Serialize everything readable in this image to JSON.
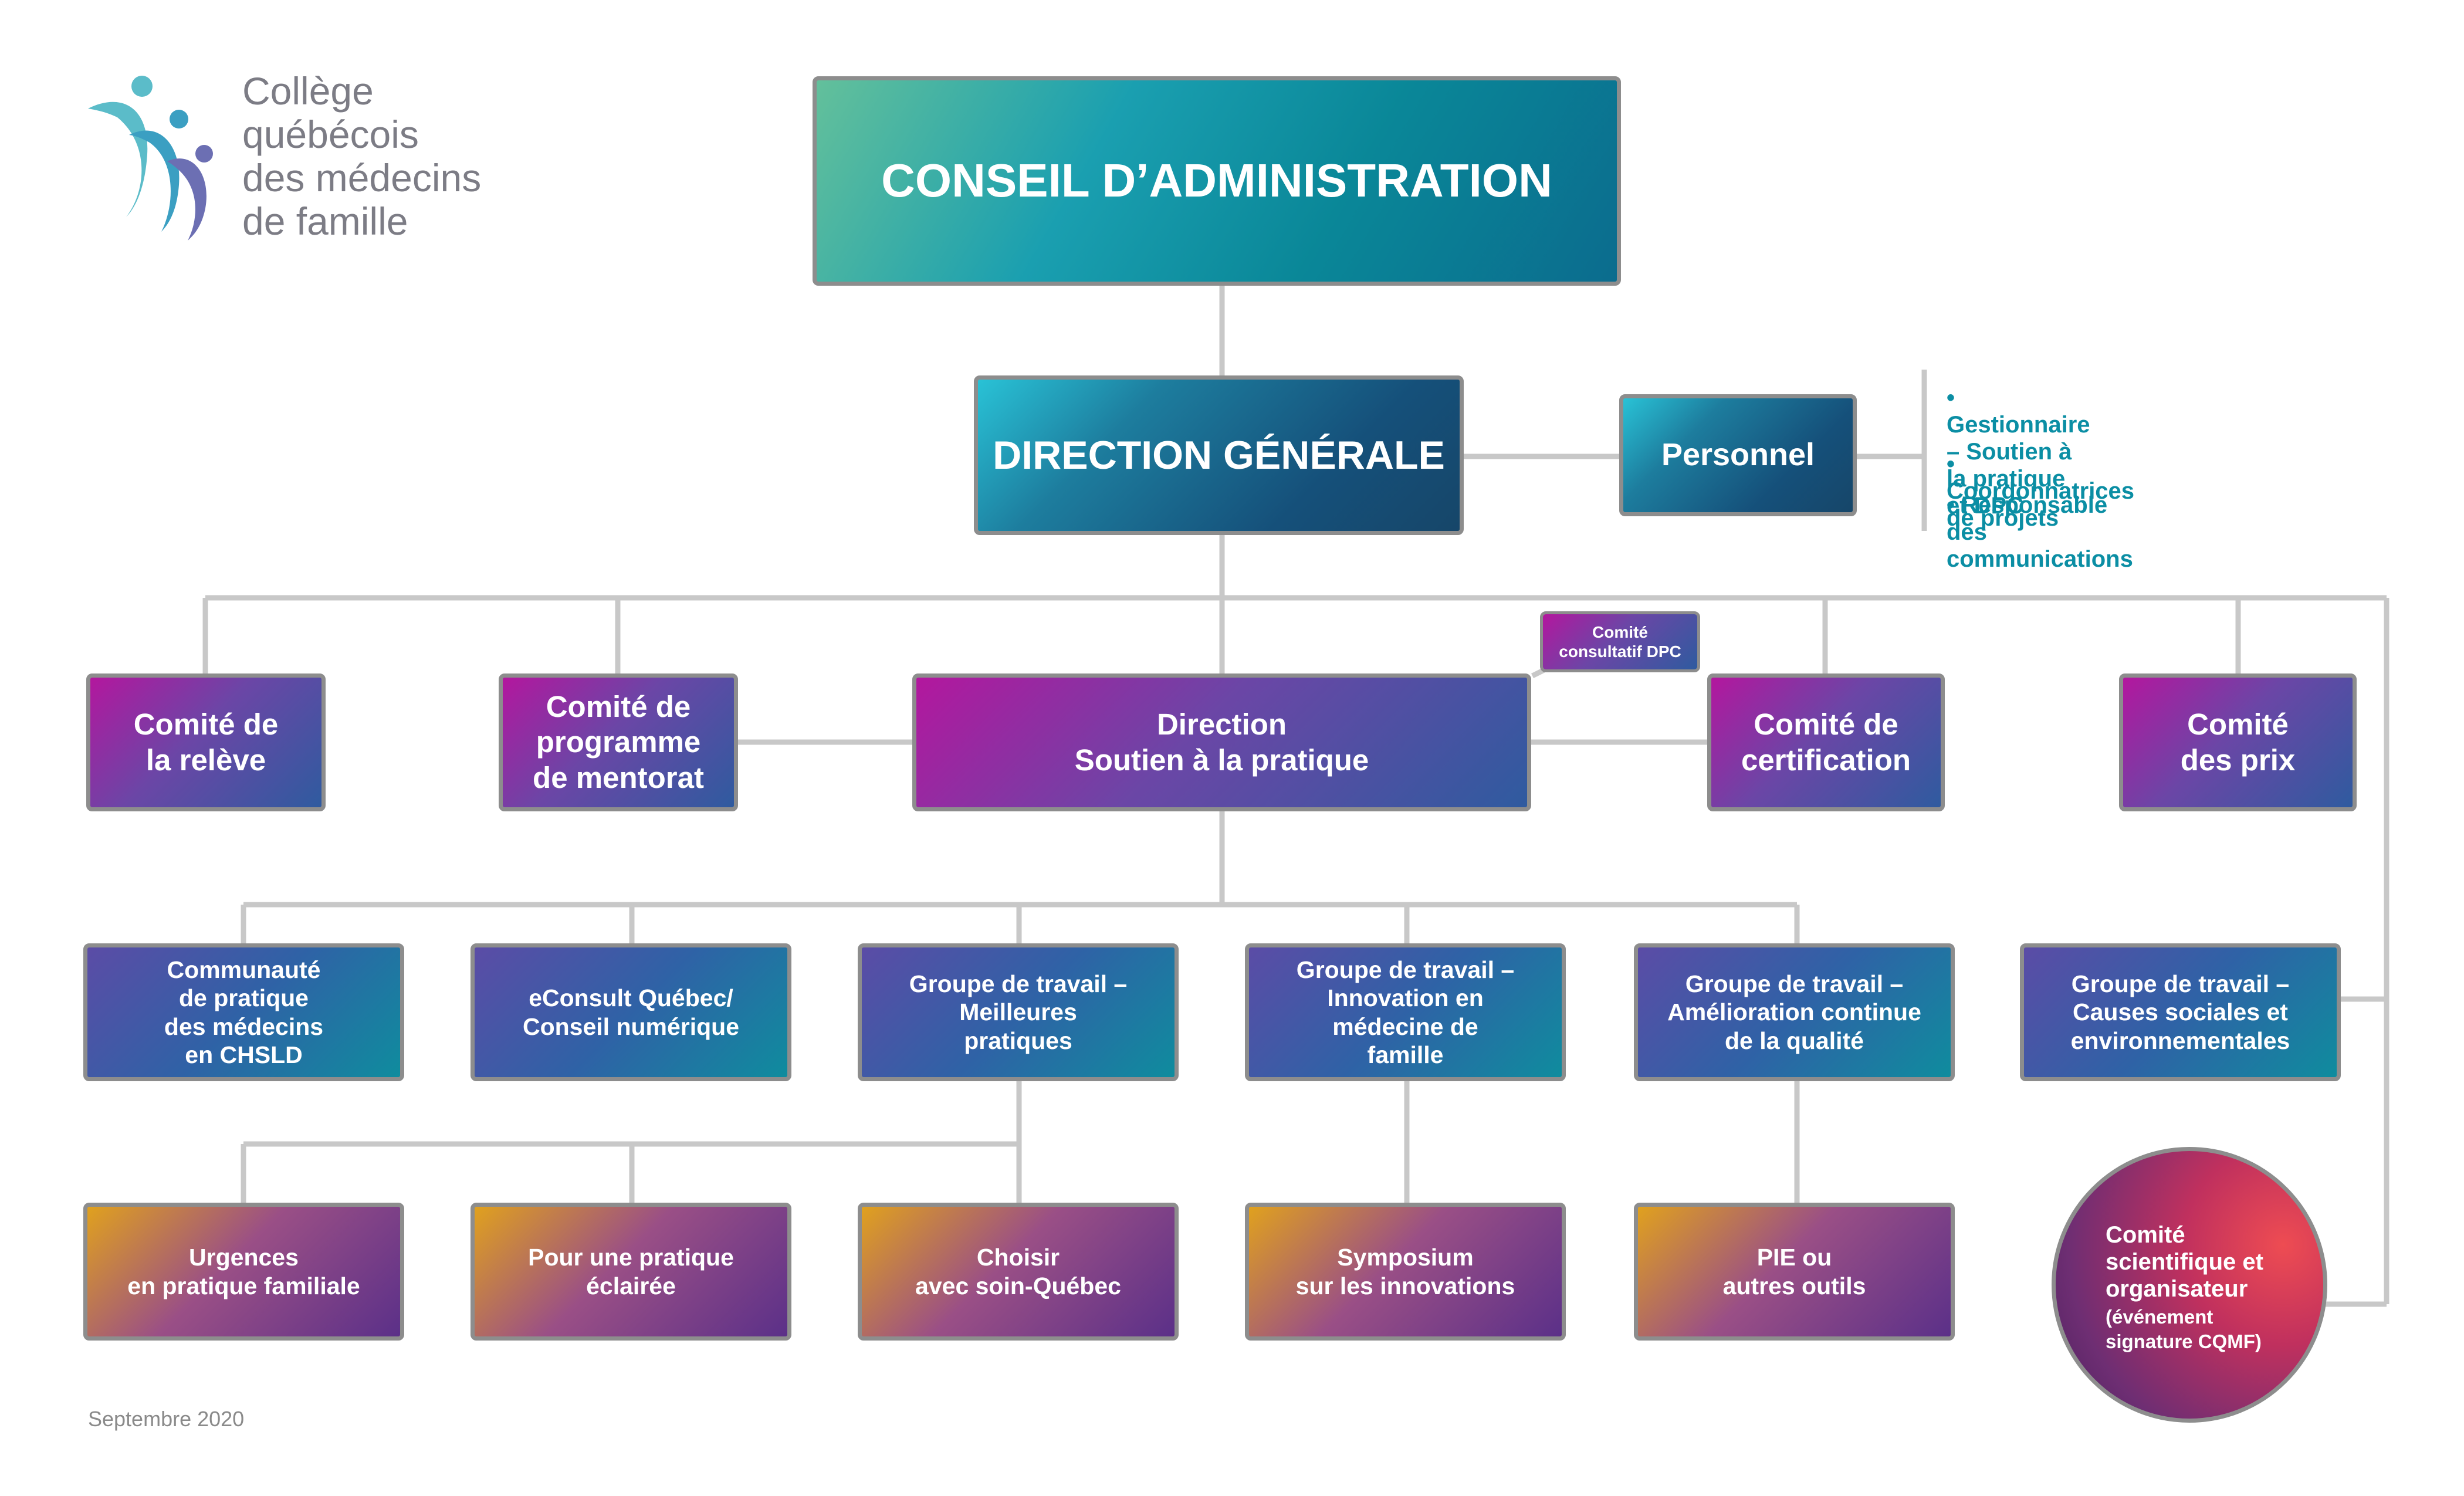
{
  "logo": {
    "text": "Collège\nquébécois\ndes médecins\nde famille",
    "icon": "logo-figures-icon"
  },
  "board": "CONSEIL D’ADMINISTRATION",
  "direction_generale": "DIRECTION GÉNÉRALE",
  "personnel": {
    "label": "Personnel",
    "items": [
      "• Gestionnaire – Soutien à la pratique\n   et DPC",
      "• Coordonnatrices de projets",
      "• Responsable des communications"
    ]
  },
  "committees": {
    "releve": "Comité de\nla relève",
    "mentorat": "Comité de\nprogramme\nde mentorat",
    "direction_soutien": "Direction\nSoutien à la pratique",
    "consultatif_dpc": "Comité\nconsultatif  DPC",
    "certification": "Comité de\ncertification",
    "prix": "Comité\ndes prix"
  },
  "work_groups": [
    "Communauté\nde pratique\ndes médecins\nen CHSLD",
    "eConsult Québec/\nConseil numérique",
    "Groupe de travail –\nMeilleures\npratiques",
    "Groupe de travail –\nInnovation en\nmédecine de\nfamille",
    "Groupe de travail –\nAmélioration continue\nde la qualité",
    "Groupe de travail –\nCauses sociales et\nenvironnementales"
  ],
  "projects": [
    "Urgences\nen pratique familiale",
    "Pour une pratique\néclairée",
    "Choisir\navec soin-Québec",
    "Symposium\nsur les innovations",
    "PIE ou\nautres outils"
  ],
  "scientific_committee": {
    "title": "Comité\nscientifique et\norganisateur",
    "subtitle": "(événement\nsignature CQMF)"
  },
  "footer": "Septembre 2020",
  "colors": {
    "connector": "#c8c8c8",
    "border": "#8d8d8d",
    "bullet_text": "#0b8ea4",
    "logo_text": "#7c7c85"
  }
}
